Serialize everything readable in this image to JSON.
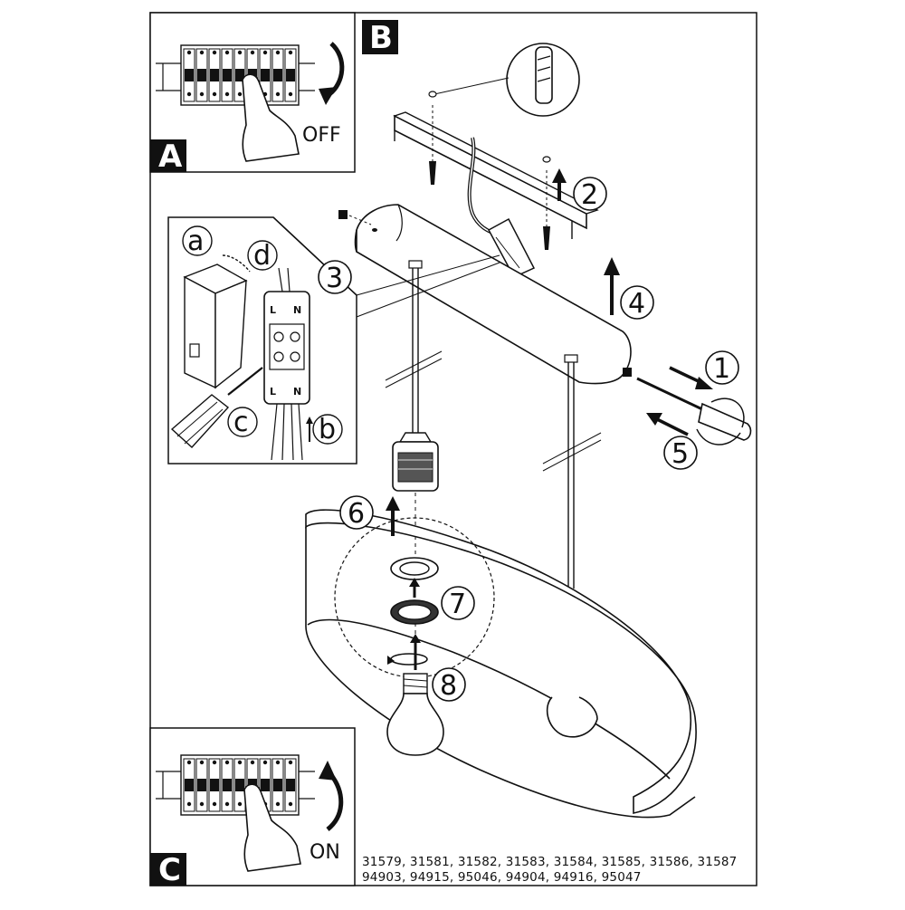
{
  "panels": {
    "a": {
      "tag": "A",
      "switch_label": "OFF"
    },
    "b": {
      "tag": "B"
    },
    "c": {
      "tag": "C",
      "switch_label": "ON"
    }
  },
  "steps": {
    "s1": "1",
    "s2": "2",
    "s3": "3",
    "s4": "4",
    "s5": "5",
    "s6": "6",
    "s7": "7",
    "s8": "8"
  },
  "detail": {
    "a": "a",
    "b": "b",
    "c": "c",
    "d": "d",
    "terminals_top": [
      "L",
      "N"
    ],
    "terminals_bottom": [
      "L",
      "N"
    ]
  },
  "article_numbers": {
    "line1": "31579, 31581, 31582, 31583, 31584, 31585, 31586, 31587",
    "line2": "94903, 94915, 95046, 94904, 94916, 95047"
  }
}
